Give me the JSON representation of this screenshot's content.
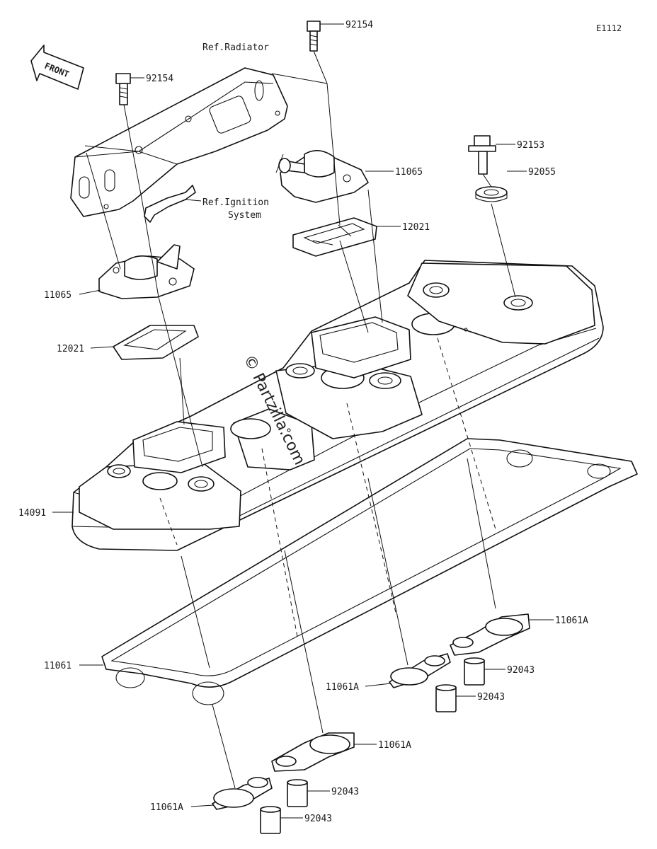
{
  "figure_code": "E1112",
  "front_label": "FRONT",
  "watermark": "© Partzilla.com",
  "callouts": [
    {
      "id": "c1",
      "text": "92154"
    },
    {
      "id": "c2",
      "text": "Ref.Radiator"
    },
    {
      "id": "c3",
      "text": "92154"
    },
    {
      "id": "c4",
      "text": "92153"
    },
    {
      "id": "c5",
      "text": "11065"
    },
    {
      "id": "c6",
      "text": "92055"
    },
    {
      "id": "c7a",
      "text": "Ref.Ignition"
    },
    {
      "id": "c7b",
      "text": "System"
    },
    {
      "id": "c8",
      "text": "12021"
    },
    {
      "id": "c9",
      "text": "11065"
    },
    {
      "id": "c10",
      "text": "12021"
    },
    {
      "id": "c11",
      "text": "14091"
    },
    {
      "id": "c12",
      "text": "11061A"
    },
    {
      "id": "c13",
      "text": "11061"
    },
    {
      "id": "c14",
      "text": "92043"
    },
    {
      "id": "c15",
      "text": "11061A"
    },
    {
      "id": "c16",
      "text": "92043"
    },
    {
      "id": "c17",
      "text": "11061A"
    },
    {
      "id": "c18",
      "text": "92043"
    },
    {
      "id": "c19",
      "text": "11061A"
    },
    {
      "id": "c20",
      "text": "92043"
    }
  ]
}
